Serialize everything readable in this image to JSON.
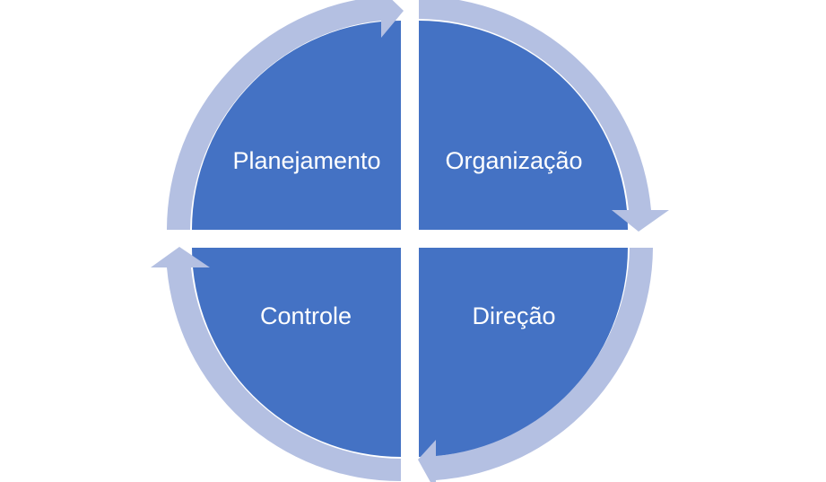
{
  "diagram": {
    "colors": {
      "quadrant_fill": "#4472C4",
      "arrow_fill": "#B4C0E2",
      "background": "#FFFFFF",
      "label_text": "#FFFFFF"
    },
    "quadrants": [
      {
        "label": "Planejamento"
      },
      {
        "label": "Organização"
      },
      {
        "label": "Direção"
      },
      {
        "label": "Controle"
      }
    ],
    "flow": "clockwise"
  }
}
